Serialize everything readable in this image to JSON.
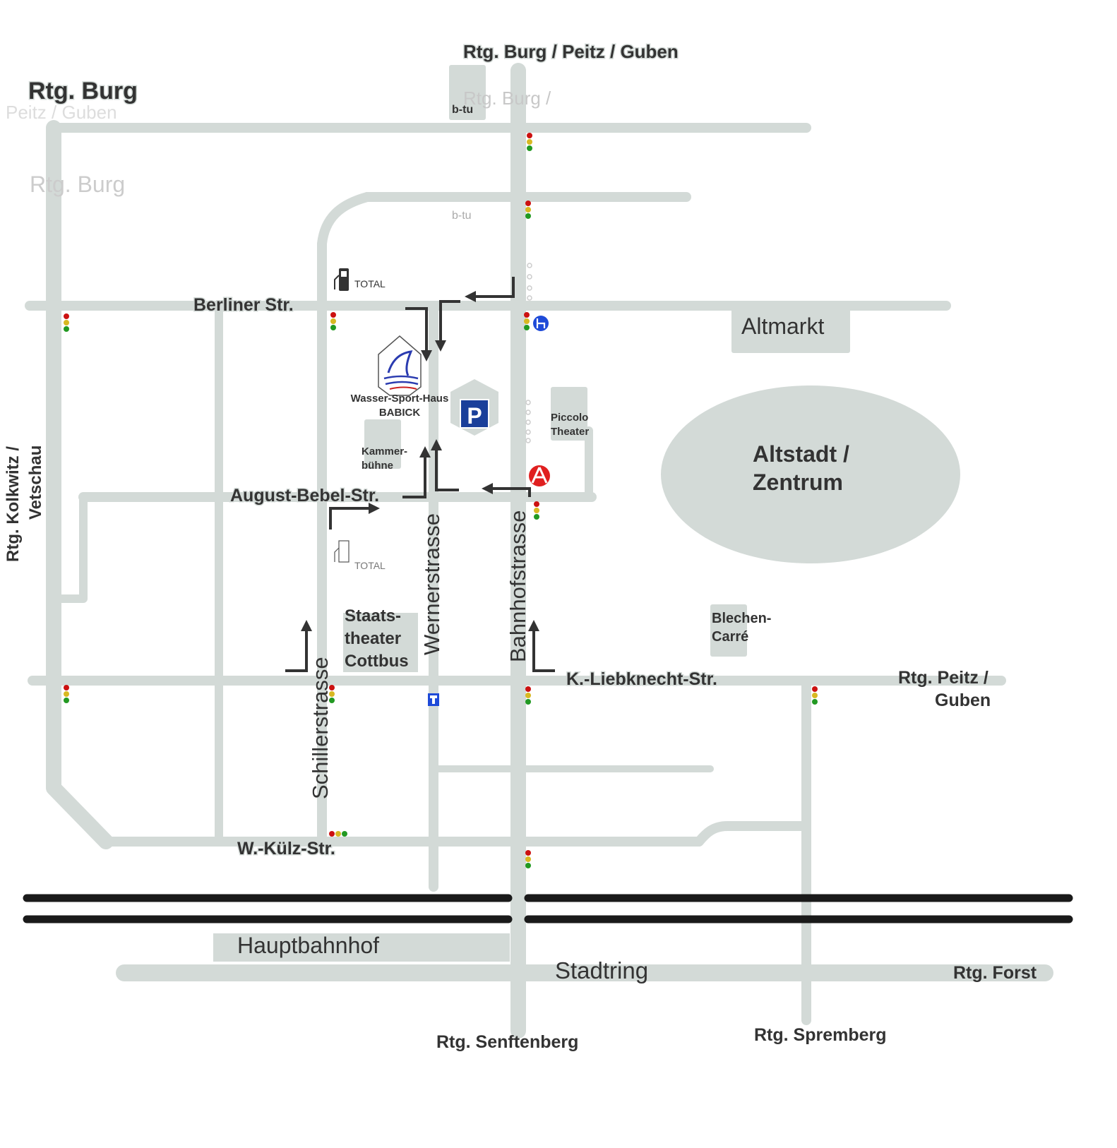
{
  "colors": {
    "road": "#d3dad7",
    "text": "#333333",
    "rail": "#1a1a1a",
    "arrow": "#333333",
    "light_red": "#cc1111",
    "light_yellow": "#d8b822",
    "light_green": "#229922",
    "parking": "#1a3f9a",
    "autobahn_red": "#e02020",
    "bus_blue": "#1e4ad8",
    "boat_blue": "#2a3bb0"
  },
  "labels": {
    "dir_burg_peitz_guben": "Rtg. Burg / Peitz / Guben",
    "dir_burg": "Rtg. Burg",
    "dir_peitz_guben_ghost": "Peitz / Guben",
    "dir_burg_ghost_top": "Rtg. Burg /",
    "dir_burg_ghost_left": "Rtg. Burg",
    "btu": "b-tu",
    "btu_ghost": "b-tu",
    "total_top": "TOTAL",
    "total_bottom": "TOTAL",
    "berliner_str": "Berliner Str.",
    "altmarkt": "Altmarkt",
    "wasser_sport_haus": "Wasser-Sport-Haus",
    "babick": "BABICK",
    "parking": "P",
    "piccolo": "Piccolo",
    "theater": "Theater",
    "kammer": "Kammer-",
    "buehne": "bühne",
    "altstadt": "Altstadt /",
    "zentrum": "Zentrum",
    "august_bebel_str": "August-Bebel-Str.",
    "dir_kolkwitz": "Rtg. Kolkwitz /",
    "vetschau": "Vetschau",
    "wernerstrasse": "Wernerstrasse",
    "bahnhofstrasse": "Bahnhofstrasse",
    "schillerstrasse": "Schillerstrasse",
    "staats": "Staats-",
    "theater_line": "theater",
    "cottbus": "Cottbus",
    "blechen": "Blechen-",
    "carre": "Carré",
    "k_liebknecht_str": "K.-Liebknecht-Str.",
    "dir_peitz": "Rtg. Peitz /",
    "guben": "Guben",
    "w_kuelz_str": "W.-Külz-Str.",
    "hauptbahnhof": "Hauptbahnhof",
    "stadtring": "Stadtring",
    "dir_forst": "Rtg. Forst",
    "dir_senftenberg": "Rtg. Senftenberg",
    "dir_spremberg": "Rtg. Spremberg"
  },
  "icons": {
    "traffic_light": "traffic-light-icon",
    "fuel": "fuel-pump-icon",
    "parking": "parking-icon",
    "bus": "bus-stop-icon",
    "autobahn": "autobahn-icon",
    "dead_end": "dead-end-icon",
    "boat_logo": "boat-logo-icon",
    "route_arrow": "route-arrow-icon"
  }
}
